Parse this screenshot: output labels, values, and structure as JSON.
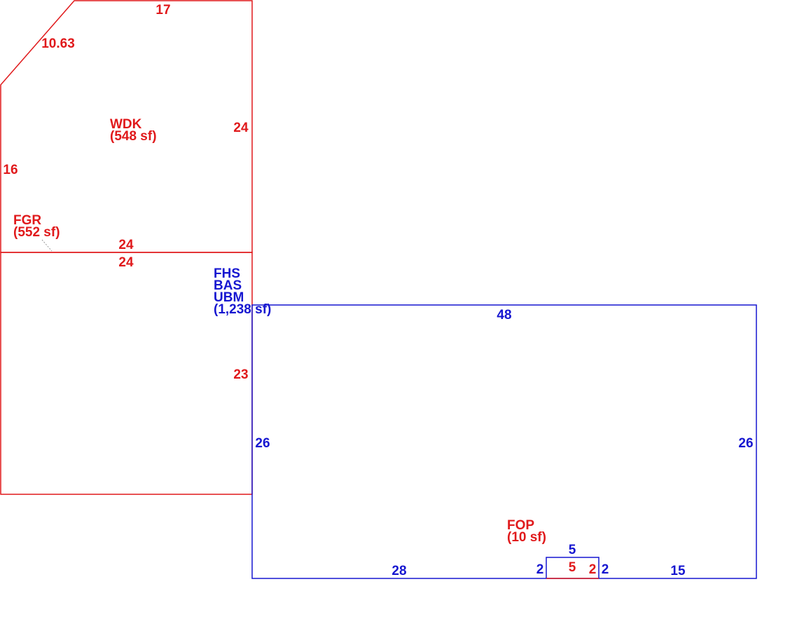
{
  "colors": {
    "red": "#e0191b",
    "blue": "#1616d0"
  },
  "areas": {
    "wdk": {
      "code": "WDK",
      "area": "(548 sf)"
    },
    "fgr": {
      "code": "FGR",
      "area": "(552 sf)"
    },
    "main": {
      "codes": [
        "FHS",
        "BAS",
        "UBM"
      ],
      "area": "(1,238 sf)"
    },
    "fop": {
      "code": "FOP",
      "area": "(10 sf)"
    }
  },
  "dimensions": {
    "wdk_top": "17",
    "wdk_diagonal": "10.63",
    "wdk_right": "24",
    "wdk_left": "16",
    "wdk_bottom": "24",
    "fgr_top": "24",
    "fgr_right": "23",
    "main_top": "48",
    "main_left": "26",
    "main_right": "26",
    "main_bottom_left": "28",
    "main_bottom_right": "15",
    "fop_top_blue": "5",
    "fop_left_blue": "2",
    "fop_right_blue": "2",
    "fop_width_red": "5",
    "fop_right_red": "2"
  }
}
